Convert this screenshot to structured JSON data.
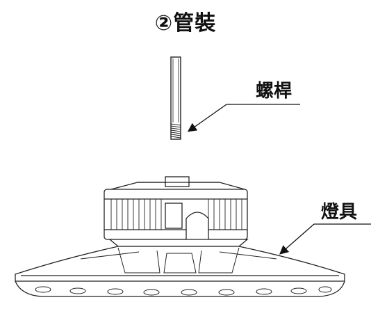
{
  "title": "②管裝",
  "labels": {
    "rod": "螺桿",
    "fixture": "燈具"
  }
}
